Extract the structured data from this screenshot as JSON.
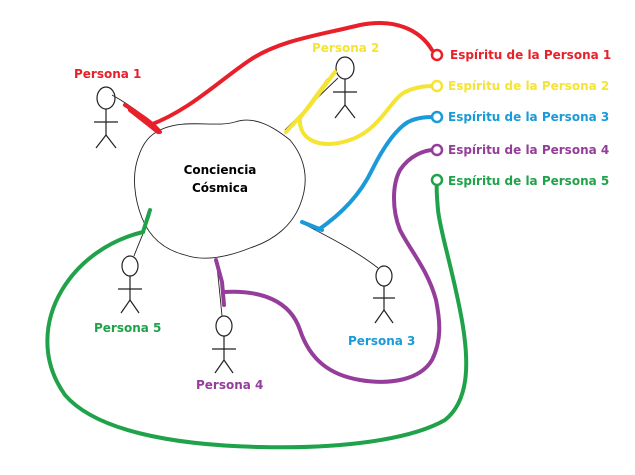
{
  "center": {
    "line1": "Conciencia",
    "line2": "Cósmica"
  },
  "persons": [
    {
      "label": "Persona 1",
      "spirit": "Espíritu de la Persona 1",
      "color": "#e8202a"
    },
    {
      "label": "Persona 2",
      "spirit": "Espíritu de la Persona 2",
      "color": "#f5e433"
    },
    {
      "label": "Persona 3",
      "spirit": "Espíritu de la Persona 3",
      "color": "#1a9ad8"
    },
    {
      "label": "Persona 4",
      "spirit": "Espíritu de la Persona 4",
      "color": "#953d9a"
    },
    {
      "label": "Persona 5",
      "spirit": "Espíritu de la Persona 5",
      "color": "#1fa24a"
    }
  ]
}
